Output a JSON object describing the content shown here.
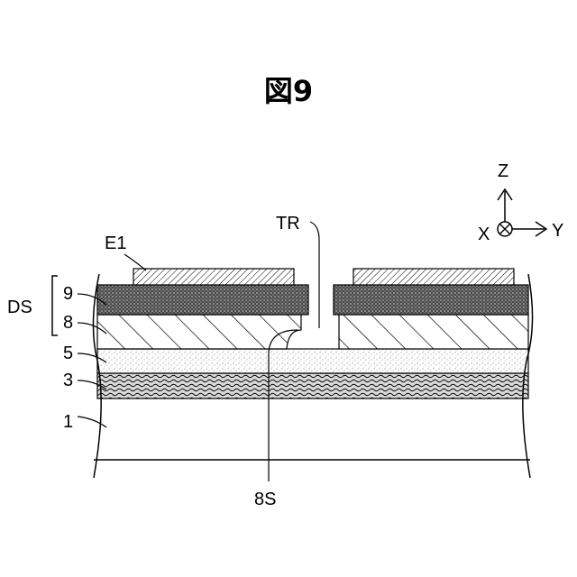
{
  "figure": {
    "title": "図9"
  },
  "labels": {
    "ds": "DS",
    "l9": "9",
    "l8": "8",
    "l5": "5",
    "l3": "3",
    "l1": "1",
    "e1": "E1",
    "tr": "TR",
    "s8": "8S"
  },
  "axes": {
    "z": "Z",
    "x": "X",
    "y": "Y"
  }
}
